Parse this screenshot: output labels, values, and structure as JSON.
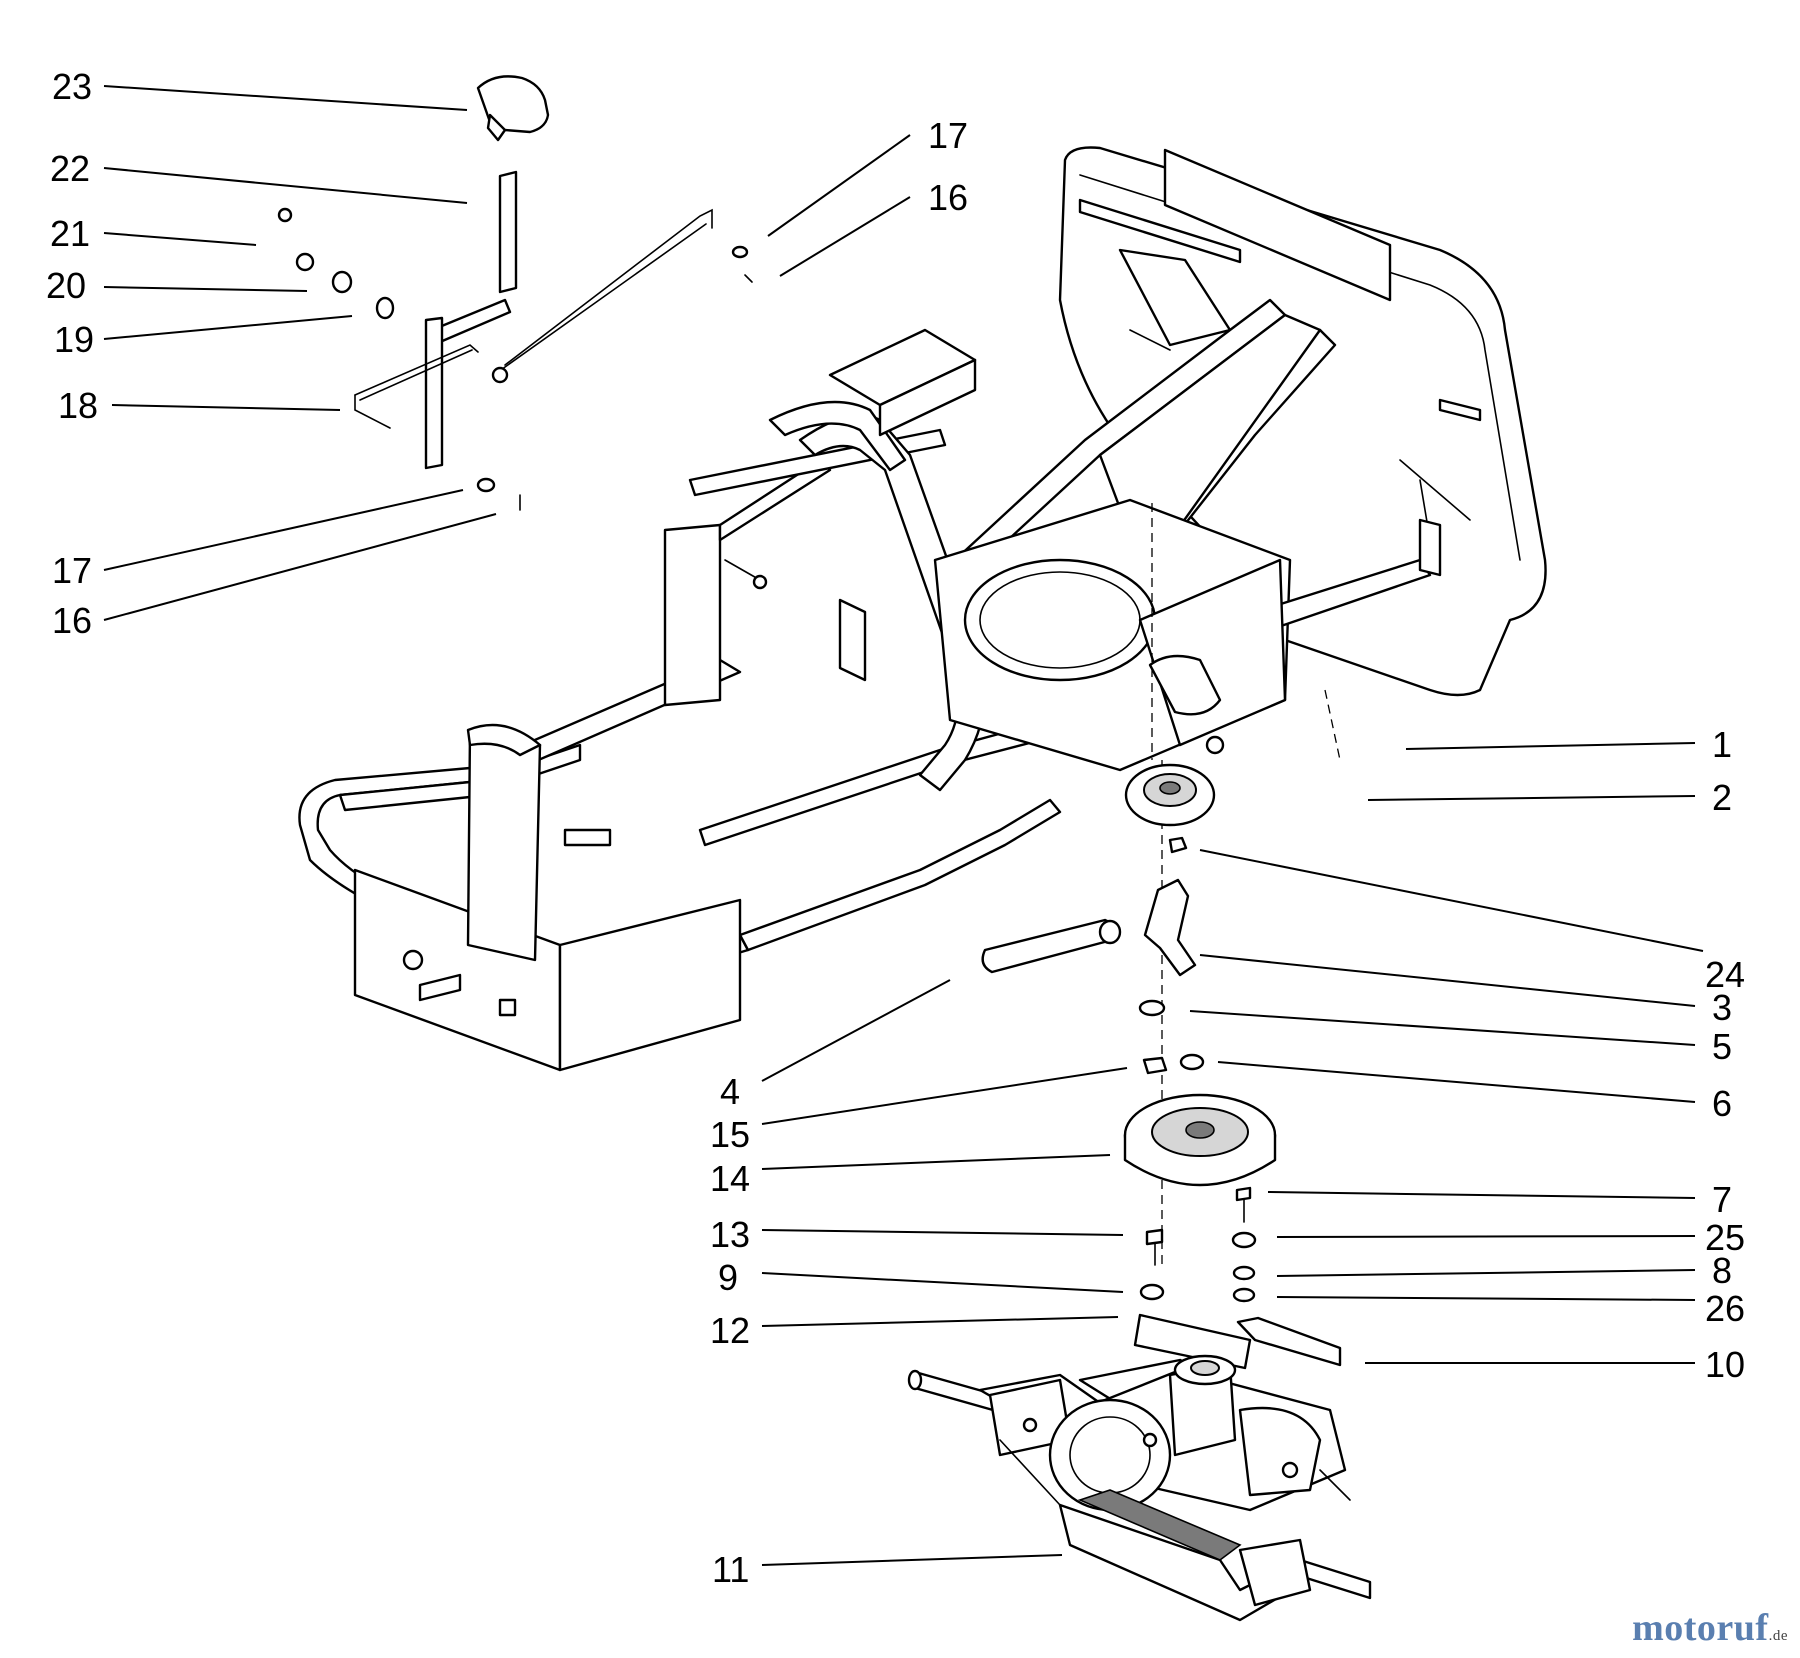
{
  "callouts": {
    "c1": "1",
    "c2": "2",
    "c3": "3",
    "c4": "4",
    "c5": "5",
    "c6": "6",
    "c7": "7",
    "c8": "8",
    "c9": "9",
    "c10": "10",
    "c11": "11",
    "c12": "12",
    "c13": "13",
    "c14": "14",
    "c15": "15",
    "c16a": "16",
    "c16b": "16",
    "c17a": "17",
    "c17b": "17",
    "c18": "18",
    "c19": "19",
    "c20": "20",
    "c21": "21",
    "c22": "22",
    "c23": "23",
    "c24": "24",
    "c25": "25",
    "c26": "26"
  },
  "watermark": {
    "main": "motoruf",
    "suffix": ".de"
  }
}
